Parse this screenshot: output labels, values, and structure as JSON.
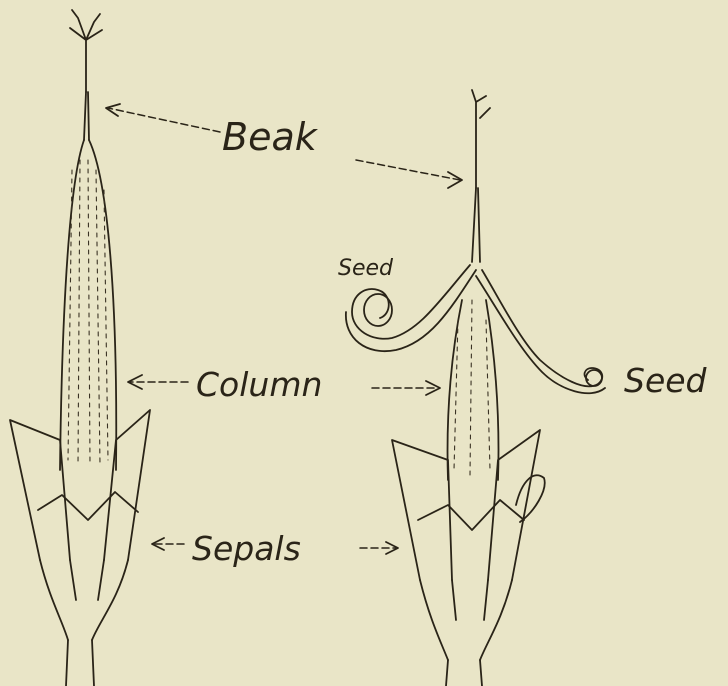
{
  "labels": {
    "beak": "Beak",
    "seed_top": "Seed",
    "seed_right": "Seed",
    "column": "Column",
    "sepals": "Sepals"
  }
}
